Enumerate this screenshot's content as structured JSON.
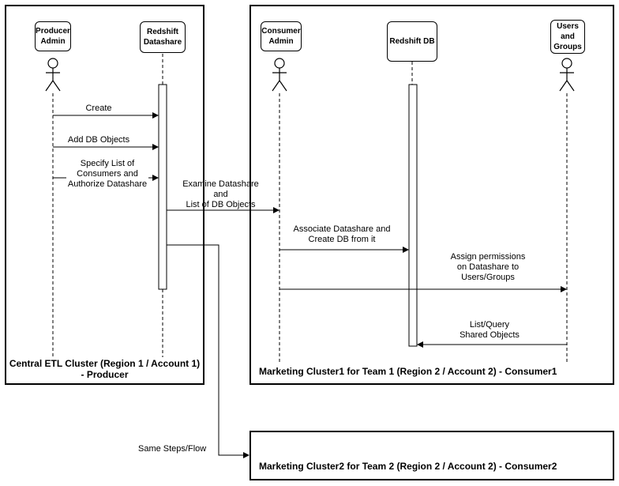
{
  "regions": {
    "producer": "Central ETL Cluster (Region 1 / Account 1)\n- Producer",
    "consumer1": "Marketing Cluster1 for Team 1 (Region 2 / Account 2) - Consumer1",
    "consumer2": "Marketing Cluster2 for Team 2 (Region 2 / Account 2) - Consumer2"
  },
  "actors": {
    "producer_admin": "Producer\nAdmin",
    "redshift_datashare": "Redshift\nDatashare",
    "consumer_admin": "Consumer\nAdmin",
    "redshift_db": "Redshift DB",
    "users_groups": "Users\nand\nGroups"
  },
  "messages": {
    "create": "Create",
    "add_db_objects": "Add DB Objects",
    "specify_list": "Specify List of\nConsumers and\nAuthorize Datashare",
    "examine": "Examine Datashare\nand\nList of DB Objects",
    "associate": "Associate Datashare and\nCreate DB from it",
    "assign": "Assign permissions\non Datashare to\nUsers/Groups",
    "list_query": "List/Query\nShared Objects",
    "same_steps": "Same Steps/Flow"
  }
}
